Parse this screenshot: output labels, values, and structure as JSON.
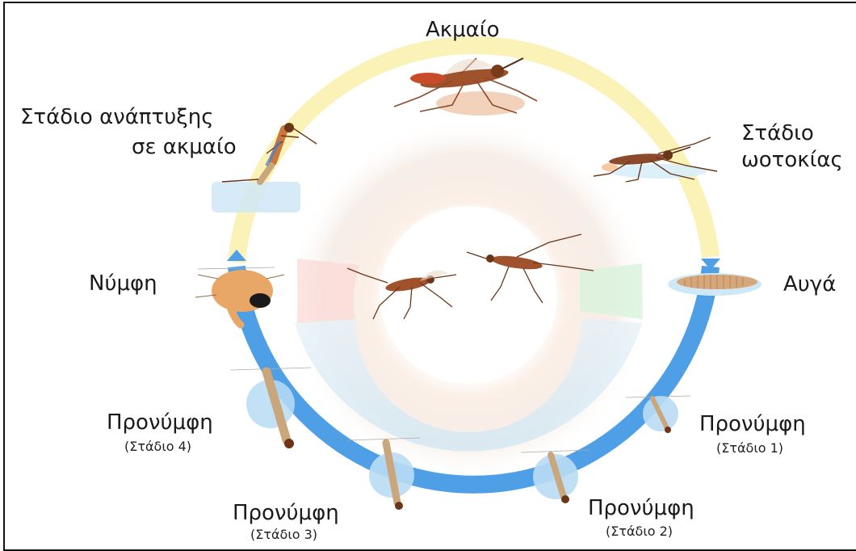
{
  "stages": {
    "adult": {
      "label": "Ακμαίο"
    },
    "oviposition": {
      "line1": "Στάδιο",
      "line2": "ωοτοκίας"
    },
    "eggs": {
      "label": "Αυγά"
    },
    "larva1": {
      "label": "Προνύμφη",
      "sub": "(Στάδιο 1)"
    },
    "larva2": {
      "label": "Προνύμφη",
      "sub": "(Στάδιο 2)"
    },
    "larva3": {
      "label": "Προνύμφη",
      "sub": "(Στάδιο 3)"
    },
    "larva4": {
      "label": "Προνύμφη",
      "sub": "(Στάδιο 4)"
    },
    "pupa": {
      "label": "Νύμφη"
    },
    "emergence": {
      "line1": "Στάδιο ανάπτυξης",
      "line2": "σε ακμαίο"
    }
  },
  "colors": {
    "aquatic_ring": "#4f9fe6",
    "terrestrial_ring": "#fbf2b7",
    "mosquito_body": "#a0522d",
    "water": "#bfe3f7"
  },
  "icons": [
    "mosquito-adult-icon",
    "mosquito-laying-icon",
    "egg-raft-icon",
    "larva-icon",
    "pupa-icon",
    "emerging-mosquito-icon",
    "mosquito-pair-icon"
  ]
}
